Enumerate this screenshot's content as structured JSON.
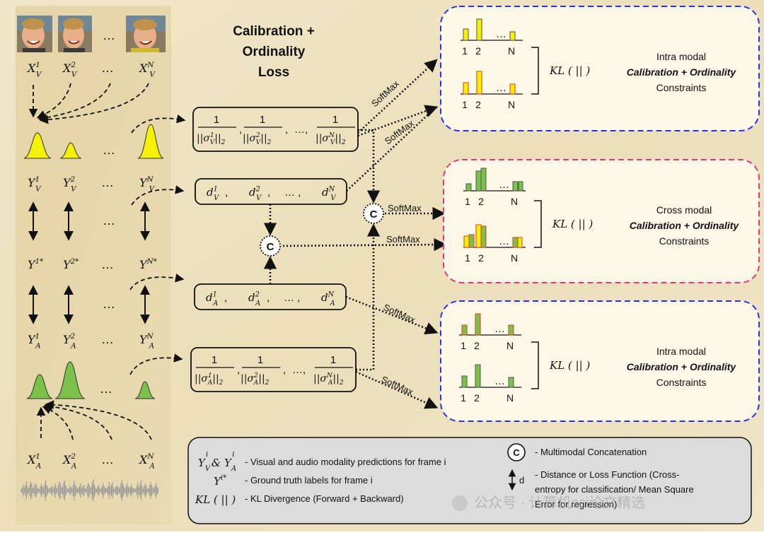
{
  "title": [
    "Calibration +",
    "Ordinality",
    "Loss"
  ],
  "softmax_label": "SoftMax",
  "concat_symbol": "C",
  "dots": "…",
  "visual_inputs": [
    {
      "base": "X",
      "sub": "V",
      "sup": "1"
    },
    {
      "base": "X",
      "sub": "V",
      "sup": "2"
    },
    {
      "base": "X",
      "sub": "V",
      "sup": "N"
    }
  ],
  "audio_inputs": [
    {
      "base": "X",
      "sub": "A",
      "sup": "1"
    },
    {
      "base": "X",
      "sub": "A",
      "sup": "2"
    },
    {
      "base": "X",
      "sub": "A",
      "sup": "N"
    }
  ],
  "visual_preds": [
    {
      "base": "Y",
      "sub": "V",
      "sup": "1"
    },
    {
      "base": "Y",
      "sub": "V",
      "sup": "2"
    },
    {
      "base": "Y",
      "sub": "V",
      "sup": "N"
    }
  ],
  "ground_truth": [
    {
      "base": "Y",
      "sub": "",
      "sup": "1*"
    },
    {
      "base": "Y",
      "sub": "",
      "sup": "2*"
    },
    {
      "base": "Y",
      "sub": "",
      "sup": "N*"
    }
  ],
  "audio_preds": [
    {
      "base": "Y",
      "sub": "A",
      "sup": "1"
    },
    {
      "base": "Y",
      "sub": "A",
      "sup": "2"
    },
    {
      "base": "Y",
      "sub": "A",
      "sup": "N"
    }
  ],
  "boxes": {
    "visual_sigma": {
      "num": "1",
      "den_prefix": "||σ",
      "den_suffix": "||",
      "den_sub2": "2",
      "sub": "V",
      "sups": [
        "1",
        "2",
        "N"
      ]
    },
    "visual_d": {
      "base": "d",
      "sub": "V",
      "sups": [
        "1",
        "2",
        "N"
      ],
      "sep": ",   "
    },
    "audio_d": {
      "base": "d",
      "sub": "A",
      "sups": [
        "1",
        "2",
        "N"
      ],
      "sep": ",   "
    },
    "audio_sigma": {
      "num": "1",
      "den_prefix": "||σ",
      "den_suffix": "||",
      "den_sub2": "2",
      "sub": "A",
      "sups": [
        "1",
        "2",
        "N"
      ]
    }
  },
  "panels": [
    {
      "kl": "KL ( || )",
      "line1": "Intra modal",
      "line2": "Calibration + Ordinality",
      "line3": "Constraints",
      "border": "#2233ee"
    },
    {
      "kl": "KL ( || )",
      "line1": "Cross modal",
      "line2": "Calibration + Ordinality",
      "line3": "Constraints",
      "border": "#ee3377"
    },
    {
      "kl": "KL ( || )",
      "line1": "Intra modal",
      "line2": "Calibration + Ordinality",
      "line3": "Constraints",
      "border": "#2233ee"
    }
  ],
  "hist_ticks": [
    "1",
    "2",
    "N"
  ],
  "legend": {
    "item1_symbol": "Y_V^i & Y_A^i",
    "item1_text": "- Visual and audio modality predictions for frame i",
    "item2_symbol": "Y^i*",
    "item2_text": "- Ground truth labels for frame i",
    "item3_symbol": "KL ( || )",
    "item3_text": "- KL Divergence (Forward + Backward)",
    "item4_symbol": "C",
    "item4_text": "- Multimodal Concatenation",
    "item5_symbol": "d",
    "item5_text_lines": [
      "- Distance or Loss Function (Cross-",
      "entropy for classification/ Mean Square",
      "Error for regression)"
    ]
  },
  "watermark": "公众号 · 计算机sci论文精选",
  "colors": {
    "yellow": "#f5f200",
    "green": "#7cc24a",
    "bar_edge": "#e63a1e",
    "parchment": "#efe3c2",
    "panel_bg": "#fdf8e8"
  }
}
